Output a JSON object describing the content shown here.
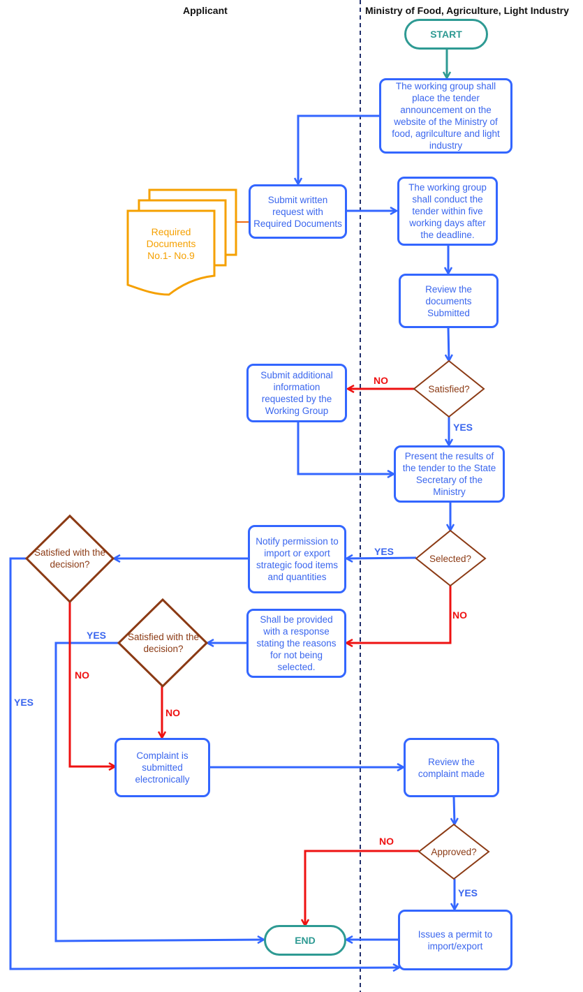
{
  "lanes": {
    "left": "Applicant",
    "right": "Ministry of Food, Agriculture, Light Industry"
  },
  "colors": {
    "process": "#3366ff",
    "terminal": "#2e9a93",
    "decision": "#8b3a14",
    "no_flow": "#ee1111",
    "documents": "#f5a000",
    "lane_divider": "#1f2d6b"
  },
  "nodes": {
    "start": "START",
    "announce": "The working group shall place the tender announcement on the website of the Ministry of food, agrilculture and light industry",
    "documents": "Required Documents No.1- No.9",
    "submit": "Submit written request with Required Documents",
    "conduct": "The working group shall conduct the tender within five working days after the deadline.",
    "review_docs": "Review the documents Submitted",
    "satisfied": "Satisfied?",
    "additional": "Submit additional information requested by the Working Group",
    "present": "Present the results of the tender to the State Secretary of the Ministry",
    "selected": "Selected?",
    "notify": "Notify permission to import or export strategic food items and quantities",
    "satisfied_decision_1": "Satisfied with the decision?",
    "response": "Shall be provided with a response stating the reasons for not being selected.",
    "satisfied_decision_2": "Satisfied with the decision?",
    "complaint": "Complaint is submitted electronically",
    "review_complaint": "Review the complaint made",
    "approved": "Approved?",
    "end": "END",
    "permit": "Issues a permit to import/export"
  },
  "labels": {
    "satisfied_no": "NO",
    "satisfied_yes": "YES",
    "selected_yes": "YES",
    "selected_no": "NO",
    "decision1_no": "NO",
    "decision1_yes": "YES",
    "decision2_yes": "YES",
    "decision2_no": "NO",
    "approved_no": "NO",
    "approved_yes": "YES"
  }
}
